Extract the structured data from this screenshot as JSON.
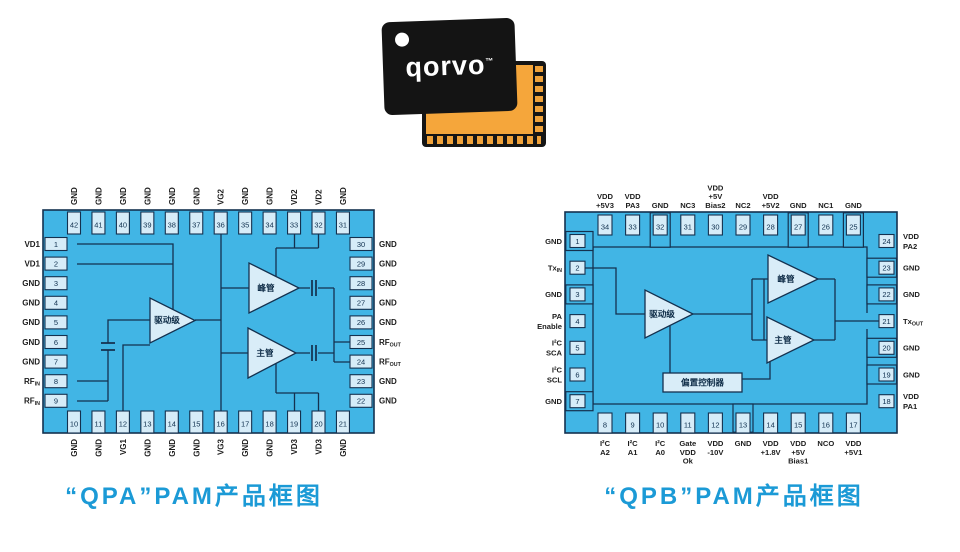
{
  "chip": {
    "brand": "qorvo",
    "tm": "™"
  },
  "captions": {
    "qpa": "“QPA”PAM产品框图",
    "qpb": "“QPB”PAM产品框图"
  },
  "colors": {
    "diagram_fill": "#41b5e5",
    "pin_fill": "#d6ecf8",
    "line": "#14314f",
    "block_fill": "#d9edf8",
    "caption_blue": "#1b9ad6",
    "package_orange": "#f5a63b",
    "chip_black": "#141414"
  },
  "qpa": {
    "blocks": {
      "driver": "驱动级",
      "peak": "峰管",
      "main": "主管"
    },
    "pins": {
      "top": [
        {
          "n": 42,
          "label": "GND"
        },
        {
          "n": 41,
          "label": "GND"
        },
        {
          "n": 40,
          "label": "GND"
        },
        {
          "n": 39,
          "label": "GND"
        },
        {
          "n": 38,
          "label": "GND"
        },
        {
          "n": 37,
          "label": "GND"
        },
        {
          "n": 36,
          "label": "VG2"
        },
        {
          "n": 35,
          "label": "GND"
        },
        {
          "n": 34,
          "label": "GND"
        },
        {
          "n": 33,
          "label": "VD2"
        },
        {
          "n": 32,
          "label": "VD2"
        },
        {
          "n": 31,
          "label": "GND"
        }
      ],
      "left": [
        {
          "n": 1,
          "label": "VD1"
        },
        {
          "n": 2,
          "label": "VD1"
        },
        {
          "n": 3,
          "label": "GND"
        },
        {
          "n": 4,
          "label": "GND"
        },
        {
          "n": 5,
          "label": "GND"
        },
        {
          "n": 6,
          "label": "GND"
        },
        {
          "n": 7,
          "label": "GND"
        },
        {
          "n": 8,
          "label": "RF_IN"
        },
        {
          "n": 9,
          "label": "RF_IN"
        }
      ],
      "right": [
        {
          "n": 30,
          "label": "GND"
        },
        {
          "n": 29,
          "label": "GND"
        },
        {
          "n": 28,
          "label": "GND"
        },
        {
          "n": 27,
          "label": "GND"
        },
        {
          "n": 26,
          "label": "GND"
        },
        {
          "n": 25,
          "label": "RF_OUT"
        },
        {
          "n": 24,
          "label": "RF_OUT"
        },
        {
          "n": 23,
          "label": "GND"
        },
        {
          "n": 22,
          "label": "GND"
        }
      ],
      "bottom": [
        {
          "n": 10,
          "label": "GND"
        },
        {
          "n": 11,
          "label": "GND"
        },
        {
          "n": 12,
          "label": "VG1"
        },
        {
          "n": 13,
          "label": "GND"
        },
        {
          "n": 14,
          "label": "GND"
        },
        {
          "n": 15,
          "label": "GND"
        },
        {
          "n": 16,
          "label": "VG3"
        },
        {
          "n": 17,
          "label": "GND"
        },
        {
          "n": 18,
          "label": "GND"
        },
        {
          "n": 19,
          "label": "VD3"
        },
        {
          "n": 20,
          "label": "VD3"
        },
        {
          "n": 21,
          "label": "GND"
        }
      ]
    }
  },
  "qpb": {
    "blocks": {
      "driver": "驱动级",
      "peak": "峰管",
      "main": "主管",
      "bias": "偏置控制器"
    },
    "pins": {
      "top": [
        {
          "n": 34,
          "label": [
            "VDD",
            "+5V3"
          ]
        },
        {
          "n": 33,
          "label": [
            "VDD",
            "PA3"
          ]
        },
        {
          "n": 32,
          "label": [
            "GND"
          ],
          "gnd_tab": true
        },
        {
          "n": 31,
          "label": [
            "NC3"
          ]
        },
        {
          "n": 30,
          "label": [
            "VDD",
            "+5V",
            "Bias2"
          ]
        },
        {
          "n": 29,
          "label": [
            "NC2"
          ]
        },
        {
          "n": 28,
          "label": [
            "VDD",
            "+5V2"
          ]
        },
        {
          "n": 27,
          "label": [
            "GND"
          ],
          "gnd_tab": true
        },
        {
          "n": 26,
          "label": [
            "NC1"
          ]
        },
        {
          "n": 25,
          "label": [
            "GND"
          ],
          "gnd_tab": true
        }
      ],
      "left": [
        {
          "n": 1,
          "label": [
            "GND"
          ],
          "gnd_tab": true
        },
        {
          "n": 2,
          "label": [
            "Tx_IN"
          ]
        },
        {
          "n": 3,
          "label": [
            "GND"
          ],
          "gnd_tab": true
        },
        {
          "n": 4,
          "label": [
            "PA",
            "Enable"
          ]
        },
        {
          "n": 5,
          "label": [
            "I²C",
            "SCA"
          ]
        },
        {
          "n": 6,
          "label": [
            "I²C",
            "SCL"
          ]
        },
        {
          "n": 7,
          "label": [
            "GND"
          ],
          "gnd_tab": true
        }
      ],
      "right": [
        {
          "n": 24,
          "label": [
            "VDD",
            "PA2"
          ]
        },
        {
          "n": 23,
          "label": [
            "GND"
          ],
          "gnd_tab": true
        },
        {
          "n": 22,
          "label": [
            "GND"
          ],
          "gnd_tab": true
        },
        {
          "n": 21,
          "label": [
            "Tx_OUT"
          ]
        },
        {
          "n": 20,
          "label": [
            "GND"
          ],
          "gnd_tab": true
        },
        {
          "n": 19,
          "label": [
            "GND"
          ],
          "gnd_tab": true
        },
        {
          "n": 18,
          "label": [
            "VDD",
            "PA1"
          ]
        }
      ],
      "bottom": [
        {
          "n": 8,
          "label": [
            "I²C",
            "A2"
          ]
        },
        {
          "n": 9,
          "label": [
            "I²C",
            "A1"
          ]
        },
        {
          "n": 10,
          "label": [
            "I²C",
            "A0"
          ]
        },
        {
          "n": 11,
          "label": [
            "Gate",
            "VDD",
            "Ok"
          ]
        },
        {
          "n": 12,
          "label": [
            "VDD",
            "-10V"
          ]
        },
        {
          "n": 13,
          "label": [
            "GND"
          ],
          "gnd_tab": true
        },
        {
          "n": 14,
          "label": [
            "VDD",
            "+1.8V"
          ]
        },
        {
          "n": 15,
          "label": [
            "VDD",
            "+5V",
            "Bias1"
          ]
        },
        {
          "n": 16,
          "label": [
            "NCO"
          ]
        },
        {
          "n": 17,
          "label": [
            "VDD",
            "+5V1"
          ]
        }
      ]
    }
  }
}
